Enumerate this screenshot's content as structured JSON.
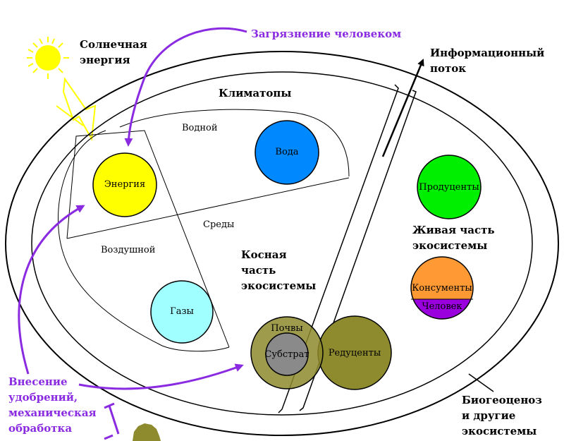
{
  "labels": {
    "solar_line1": "Солнечная",
    "solar_line2": "энергия",
    "pollution": "Загрязнение человеком",
    "info_line1": "Информационный",
    "info_line2": "поток",
    "climatopes": "Климатопы",
    "water_env": "Водной",
    "air_env": "Воздушной",
    "environments": "Среды",
    "inert_line1": "Косная",
    "inert_line2": "часть",
    "inert_line3": "экосистемы",
    "living_line1": "Живая часть",
    "living_line2": "экосистемы",
    "fert_line1": "Внесение",
    "fert_line2": "удобрений,",
    "fert_line3": "механическая",
    "fert_line4": "обработка",
    "bio_line1": "Биогеоценоз",
    "bio_line2": "и другие",
    "bio_line3": "экосистемы"
  },
  "nodes": {
    "energy": "Энергия",
    "water": "Вода",
    "gases": "Газы",
    "soils": "Почвы",
    "substrate": "Субстрат",
    "reducers": "Редуценты",
    "producers": "Продуценты",
    "consumers": "Консументы",
    "human": "Человек"
  },
  "colors": {
    "energy": "#ffff00",
    "water": "#0088ff",
    "gases": "#a0ffff",
    "soil": "#8e8a2e",
    "substrate": "#8a8a8a",
    "producers": "#00ee00",
    "consumers": "#ff9933",
    "human": "#9900dd",
    "accent_purple": "#8a2be2",
    "sun": "#ffff00"
  },
  "icons": [
    "sun-icon",
    "arrow-icon"
  ]
}
